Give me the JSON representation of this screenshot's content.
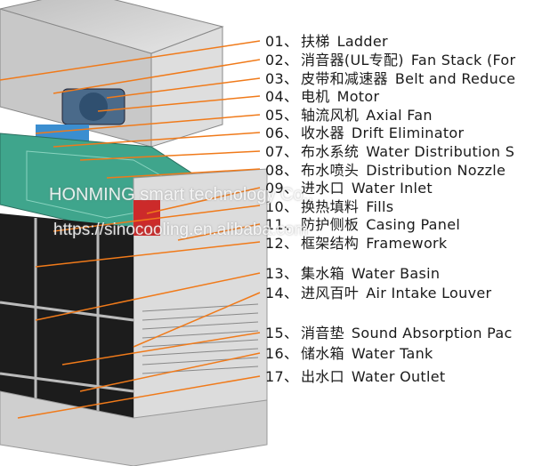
{
  "components": [
    {
      "num": "01、",
      "cn": "扶梯",
      "en": "Ladder"
    },
    {
      "num": "02、",
      "cn": "消音器(UL专配)",
      "en": "Fan Stack (For"
    },
    {
      "num": "03、",
      "cn": "皮带和减速器",
      "en": "Belt and Reduce"
    },
    {
      "num": "04、",
      "cn": "电机",
      "en": "Motor"
    },
    {
      "num": "05、",
      "cn": "轴流风机",
      "en": "Axial Fan"
    },
    {
      "num": "06、",
      "cn": "收水器",
      "en": "Drift Eliminator"
    },
    {
      "num": "07、",
      "cn": "布水系统",
      "en": "Water Distribution S"
    },
    {
      "num": "08、",
      "cn": "布水喷头",
      "en": "Distribution Nozzle"
    },
    {
      "num": "09、",
      "cn": "进水口",
      "en": "Water Inlet"
    },
    {
      "num": "10、",
      "cn": "换热填料",
      "en": "Fills"
    },
    {
      "num": "11、",
      "cn": "防护侧板",
      "en": "Casing Panel"
    },
    {
      "num": "12、",
      "cn": "框架结构",
      "en": "Framework"
    },
    {
      "num": "13、",
      "cn": "集水箱",
      "en": "Water Basin"
    },
    {
      "num": "14、",
      "cn": "进风百叶",
      "en": "Air Intake Louver"
    },
    {
      "num": "15、",
      "cn": "消音垫",
      "en": "Sound Absorption Pac"
    },
    {
      "num": "16、",
      "cn": "储水箱",
      "en": "Water Tank"
    },
    {
      "num": "17、",
      "cn": "出水口",
      "en": "Water Outlet"
    }
  ],
  "watermark": {
    "line1": "HONMING smart technology Co.,",
    "line2": "https://sinocooling.en.alibaba.com"
  },
  "colors": {
    "leader": "#f07a1a",
    "deck": "#3fa58c",
    "casing": "#d9d9d9",
    "fill": "#1c1c1c"
  }
}
